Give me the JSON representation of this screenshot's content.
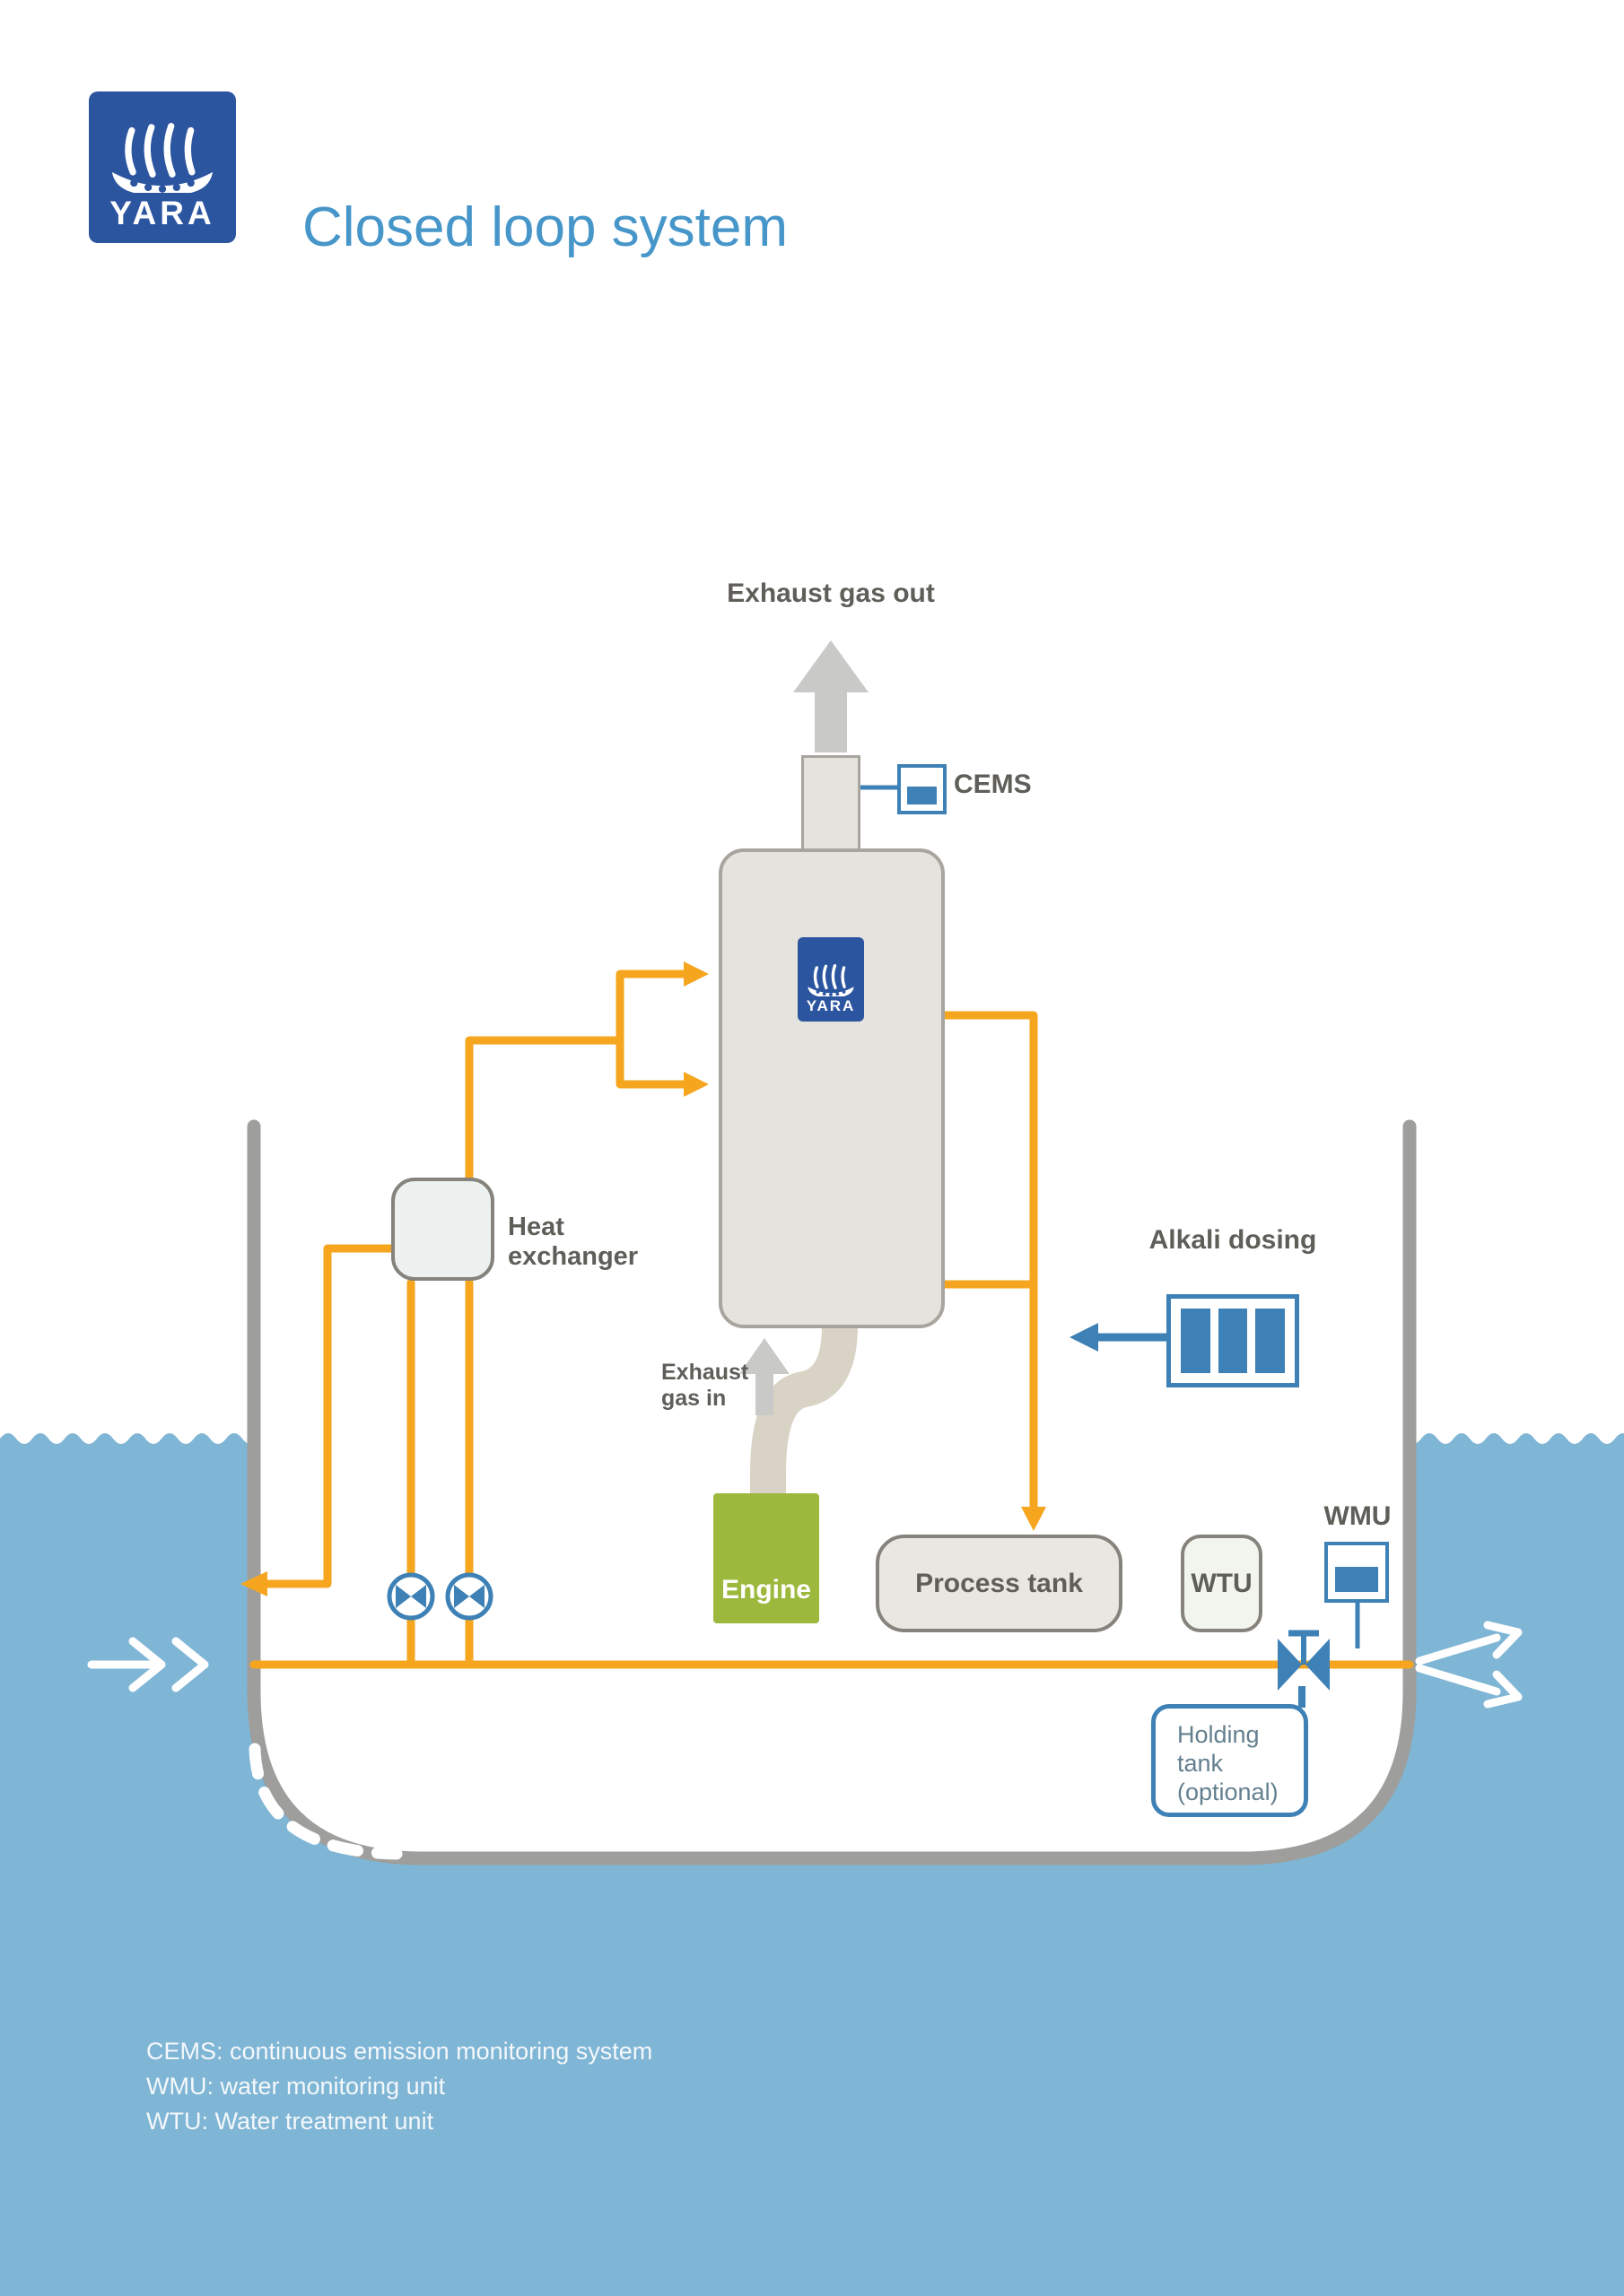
{
  "colors": {
    "water": "#7FB5D5",
    "orange": "#F5A61E",
    "blue_accent": "#3E81B6",
    "logo_blue": "#2C55A0",
    "title_blue": "#4796CA",
    "engine_green": "#9CB83D",
    "vessel_fill": "#E5E3DD",
    "vessel_border": "#A7A59E",
    "hull_gray": "#9E9E9C",
    "duct_beige": "#D9D3C5",
    "arrow_gray": "#C9C9C7",
    "label_gray": "#5F5E58",
    "tank_fill": "#E9E7E1",
    "tank_border": "#85837B",
    "holding_text": "#64808F"
  },
  "header": {
    "logo_text": "YARA",
    "title": "Closed loop system"
  },
  "diagram": {
    "exhaust_gas_out": "Exhaust gas out",
    "cems": "CEMS",
    "scrubber_logo_text": "YARA",
    "heat_exchanger_line1": "Heat",
    "heat_exchanger_line2": "exchanger",
    "alkali_dosing": "Alkali dosing",
    "exhaust_gas_in_line1": "Exhaust",
    "exhaust_gas_in_line2": "gas in",
    "engine": "Engine",
    "process_tank": "Process tank",
    "wtu": "WTU",
    "wmu": "WMU",
    "holding_tank_line1": "Holding",
    "holding_tank_line2": "tank",
    "holding_tank_line3": "(optional)"
  },
  "legend": {
    "line1": "CEMS: continuous emission monitoring system",
    "line2": "WMU: water monitoring unit",
    "line3": "WTU: Water treatment unit"
  }
}
